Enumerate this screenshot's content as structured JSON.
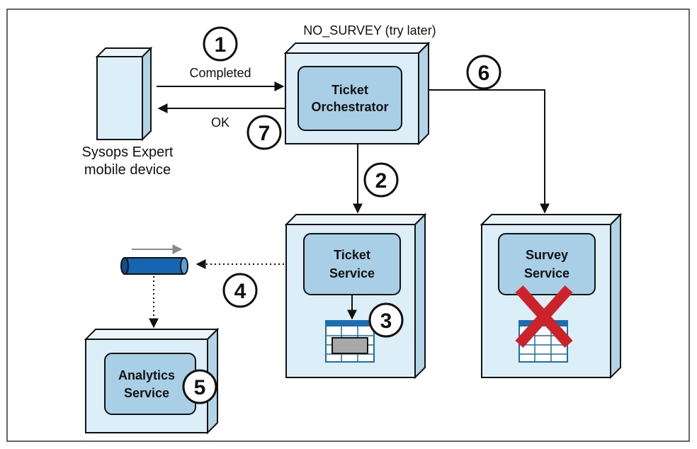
{
  "device": {
    "label_line1": "Sysops Expert",
    "label_line2": "mobile device"
  },
  "status_note": "NO_SURVEY (try later)",
  "messages": {
    "completed": "Completed",
    "ok": "OK"
  },
  "services": {
    "orchestrator": {
      "line1": "Ticket",
      "line2": "Orchestrator"
    },
    "ticket": {
      "line1": "Ticket",
      "line2": "Service"
    },
    "survey": {
      "line1": "Survey",
      "line2": "Service"
    },
    "analytics": {
      "line1": "Analytics",
      "line2": "Service"
    }
  },
  "steps": [
    "1",
    "2",
    "3",
    "4",
    "5",
    "6",
    "7"
  ],
  "colors": {
    "container_fill": "#dceef8",
    "container_side": "#b3d4e7",
    "inner_fill": "#a9cfe6",
    "db_blue": "#1a6fb3",
    "queue_blue": "#1565b0",
    "failure_red": "#cc2229"
  },
  "icons": [
    "mobile-device-icon",
    "queue-icon",
    "database-icon",
    "failure-cross-icon"
  ]
}
